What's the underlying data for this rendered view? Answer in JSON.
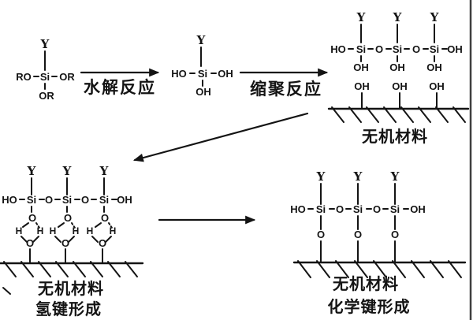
{
  "atoms": {
    "Y": "Y",
    "Si": "Si",
    "O": "O",
    "H": "H",
    "OH": "OH",
    "HO": "HO",
    "OR": "OR",
    "RO": "RO"
  },
  "labels": {
    "hydrolysis": "水解反应",
    "condensation": "缩聚反应",
    "inorganic_material": "无机材料",
    "hydrogen_bond_formation": "氢键形成",
    "chemical_bond_formation": "化学键形成"
  },
  "colors": {
    "ink": "#141414",
    "background": "#ffffff"
  }
}
